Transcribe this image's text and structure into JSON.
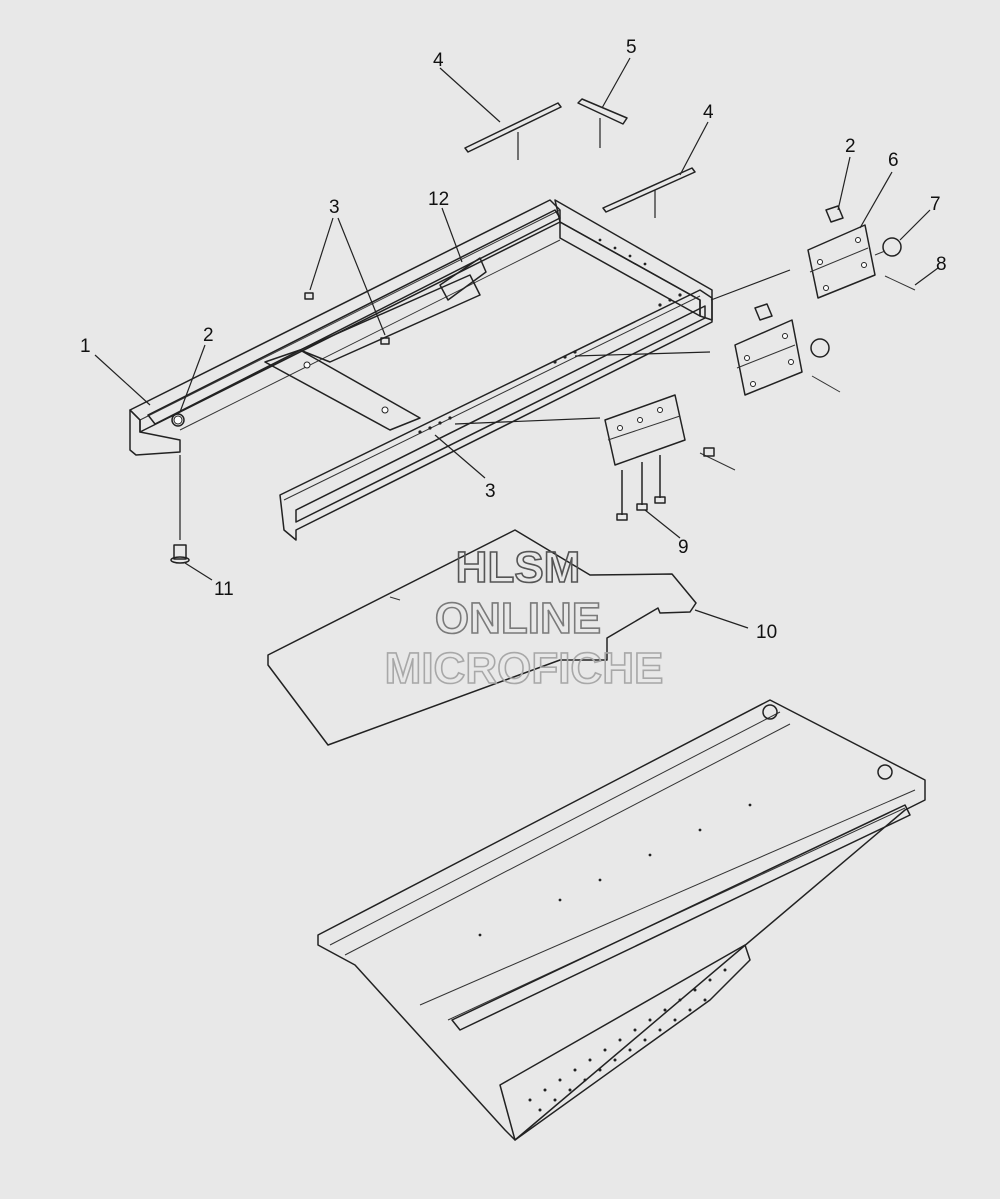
{
  "watermark": {
    "line1": "HLSM",
    "line2": "ONLINE",
    "line3": "MICROFICHE",
    "color1": "#555555",
    "color2": "#7a7a7a",
    "color3": "#a8a8a8"
  },
  "callouts": {
    "c1": "1",
    "c2a": "2",
    "c2b": "2",
    "c3a": "3",
    "c3b": "3",
    "c4a": "4",
    "c4b": "4",
    "c5": "5",
    "c6": "6",
    "c7": "7",
    "c8": "8",
    "c9": "9",
    "c10": "10",
    "c11": "11",
    "c12": "12"
  },
  "colors": {
    "background": "#e8e8e8",
    "line": "#222222",
    "part_fill": "#ffffff"
  }
}
